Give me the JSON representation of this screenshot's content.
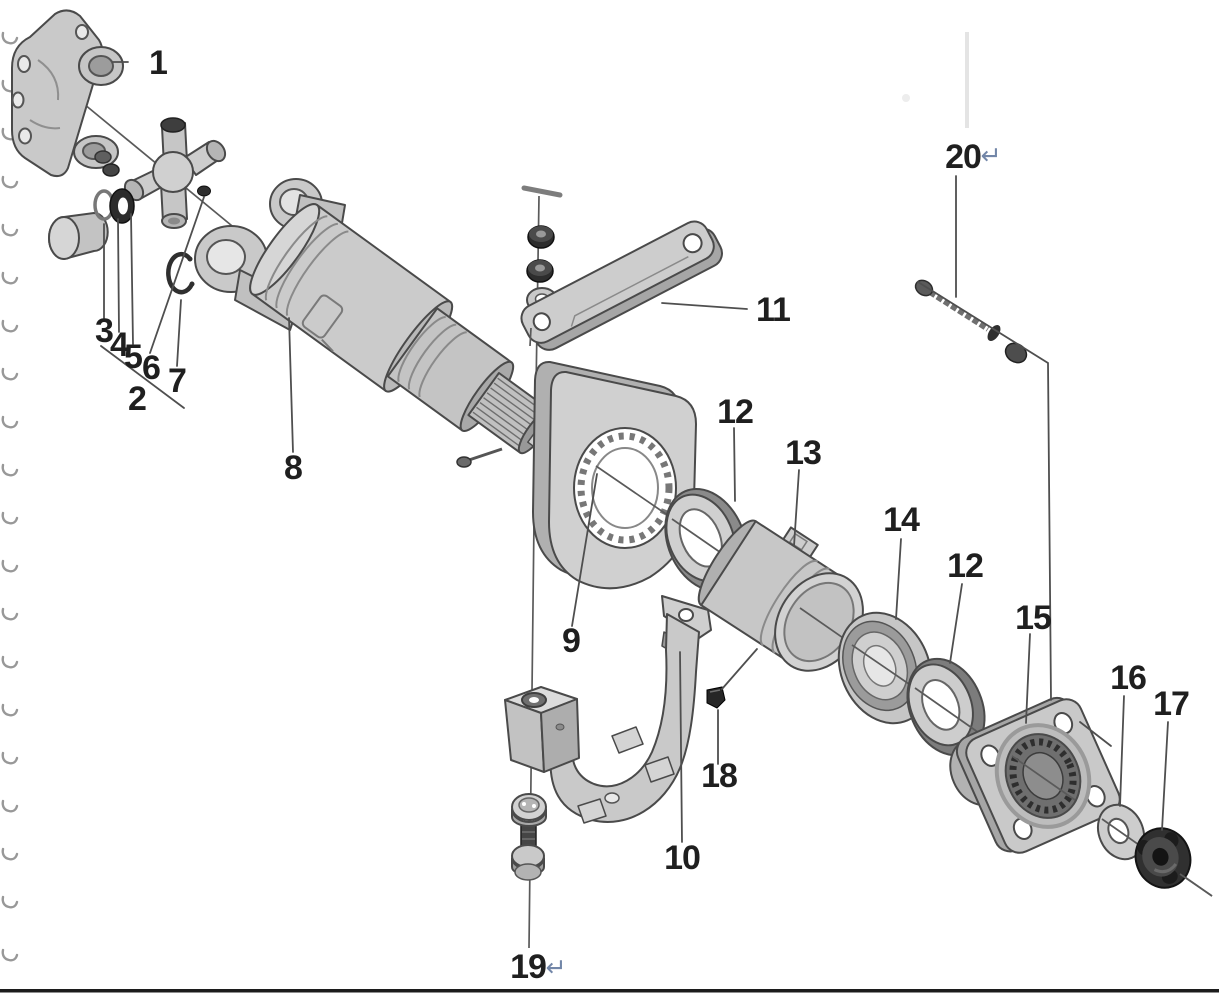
{
  "figure": {
    "kind": "exploded-parts-diagram",
    "subject": "drive shaft universal joint and center bearing assembly",
    "background": "#ffffff"
  },
  "ink": {
    "label_color": "#1f1f1f",
    "leader_color": "#4f4f4f",
    "part_outline": "#4a4a4a",
    "part_fill": "#c9c9c9",
    "hardware_dark": "#2e2e2e",
    "return_mark_color": "#7286a8",
    "bottom_rule_color": "#1c1c1c"
  },
  "callouts": {
    "c1": "1",
    "c2": "2",
    "c3": "3",
    "c4": "4",
    "c5": "5",
    "c6": "6",
    "c7": "7",
    "c8": "8",
    "c9": "9",
    "c10": "10",
    "c11": "11",
    "c12a": "12",
    "c13": "13",
    "c14": "14",
    "c12b": "12",
    "c15": "15",
    "c16": "16",
    "c17": "17",
    "c18": "18",
    "c19": "19",
    "c20": "20"
  },
  "return_mark": "↵"
}
